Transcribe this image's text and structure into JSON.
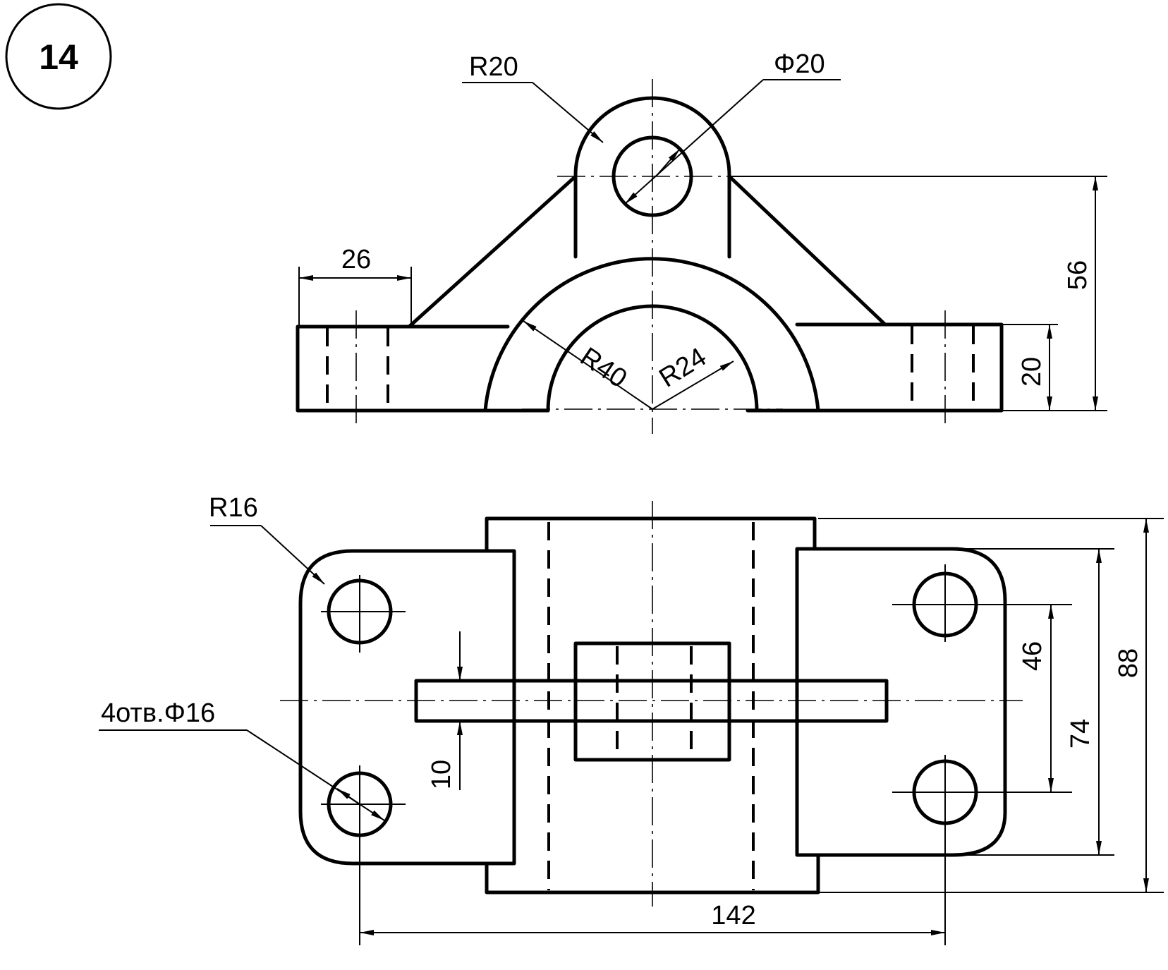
{
  "figure_number": "14",
  "front_view": {
    "labels": {
      "boss_radius": "R20",
      "boss_hole": "Φ20",
      "outer_arch_radius": "R40",
      "inner_arch_radius": "R24",
      "flange_length": "26",
      "total_height": "56",
      "base_height": "20"
    }
  },
  "top_view": {
    "labels": {
      "corner_radius": "R16",
      "holes_note": "4отв.Φ16",
      "rib_width": "10",
      "hole_spacing_y": "46",
      "flange_width": "74",
      "total_width": "88",
      "hole_spacing_x": "142"
    }
  }
}
